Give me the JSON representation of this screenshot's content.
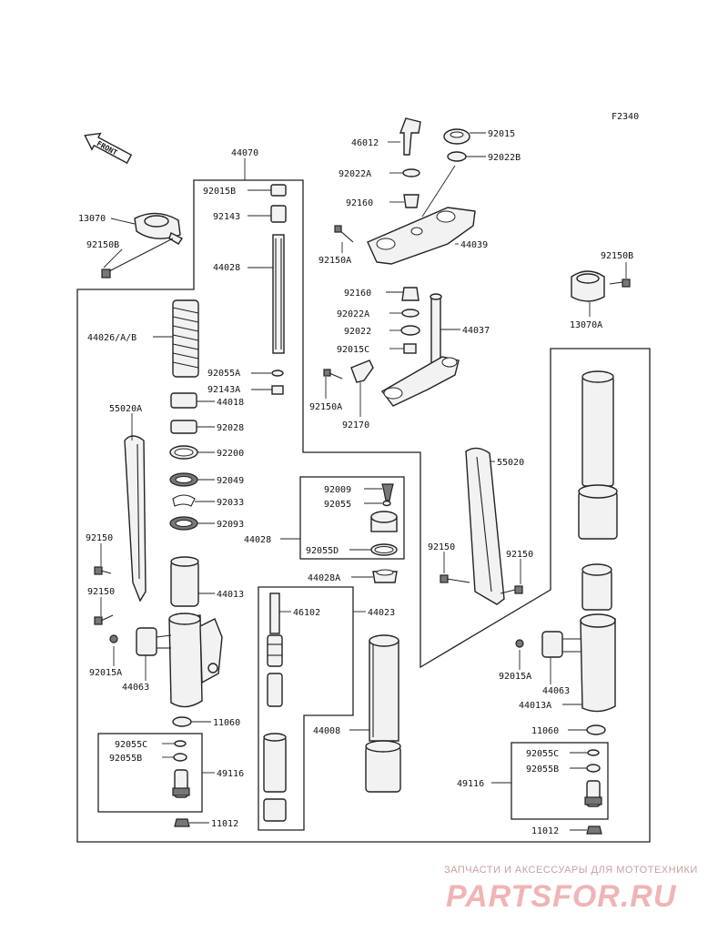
{
  "figure_code": "F2340",
  "front_label": "FRONT",
  "labels": {
    "p44070": "44070",
    "p92015B": "92015B",
    "p92143": "92143",
    "p13070": "13070",
    "p92150B_l": "92150B",
    "p44028_rod": "44028",
    "p44026": "44026/A/B",
    "p92055A": "92055A",
    "p92143A": "92143A",
    "p44018": "44018",
    "p55020A": "55020A",
    "p92028": "92028",
    "p92200": "92200",
    "p92049": "92049",
    "p92033": "92033",
    "p92093": "92093",
    "p92150_l1": "92150",
    "p92150_l2": "92150",
    "p44013": "44013",
    "p92015A_l": "92015A",
    "p44063_l": "44063",
    "p11060_l": "11060",
    "p92055C_l": "92055C",
    "p92055B_l": "92055B",
    "p49116_l": "49116",
    "p11012_l": "11012",
    "p46012": "46012",
    "p92015": "92015",
    "p92022A_t": "92022A",
    "p92022B": "92022B",
    "p92160_t": "92160",
    "p44039": "44039",
    "p92150A_t": "92150A",
    "p92150B_r": "92150B",
    "p13070A": "13070A",
    "p92160_b": "92160",
    "p92022A_b": "92022A",
    "p92022": "92022",
    "p44037": "44037",
    "p92015C": "92015C",
    "p92150A_b": "92150A",
    "p92170": "92170",
    "p92009": "92009",
    "p92055": "92055",
    "p44028_kit": "44028",
    "p92055D": "92055D",
    "p44028A": "44028A",
    "p46102": "46102",
    "p44023": "44023",
    "p44008": "44008",
    "p55020": "55020",
    "p92150_r1": "92150",
    "p92150_r2": "92150",
    "p92015A_r": "92015A",
    "p44063_r": "44063",
    "p44013A": "44013A",
    "p11060_r": "11060",
    "p92055C_r": "92055C",
    "p92055B_r": "92055B",
    "p49116_r": "49116",
    "p11012_r": "11012"
  },
  "watermark": {
    "tagline": "ЗАПЧАСТИ И АКСЕССУАРЫ ДЛЯ МОТОТЕХНИКИ",
    "brand": "PARTSFOR.RU"
  }
}
